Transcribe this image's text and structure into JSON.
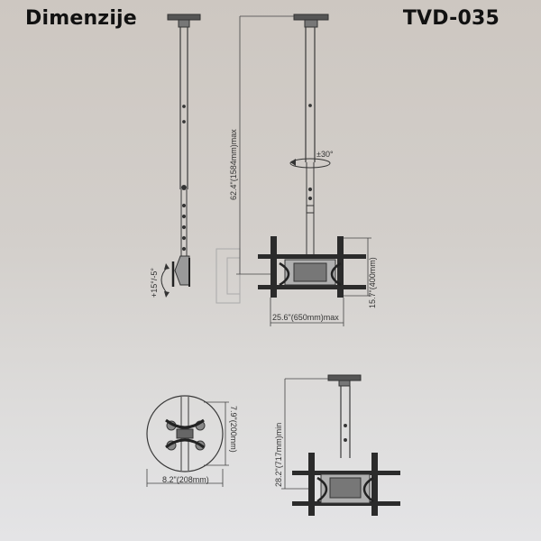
{
  "header": {
    "title": "Dimenzije",
    "model": "TVD-035"
  },
  "dimensions": {
    "tilt": "+15°/-5°",
    "height_max": "62.4\"(1584mm)max",
    "swivel": "±30°",
    "plate_height": "15.7\"(400mm)",
    "plate_width": "25.6\"(650mm)max",
    "base_height": "7.9\"(200mm)",
    "base_width": "8.2\"(208mm)",
    "height_min": "28.2\"(717mm)min"
  },
  "colors": {
    "line": "#3a3a3a",
    "metal": "#2b2b2b"
  }
}
